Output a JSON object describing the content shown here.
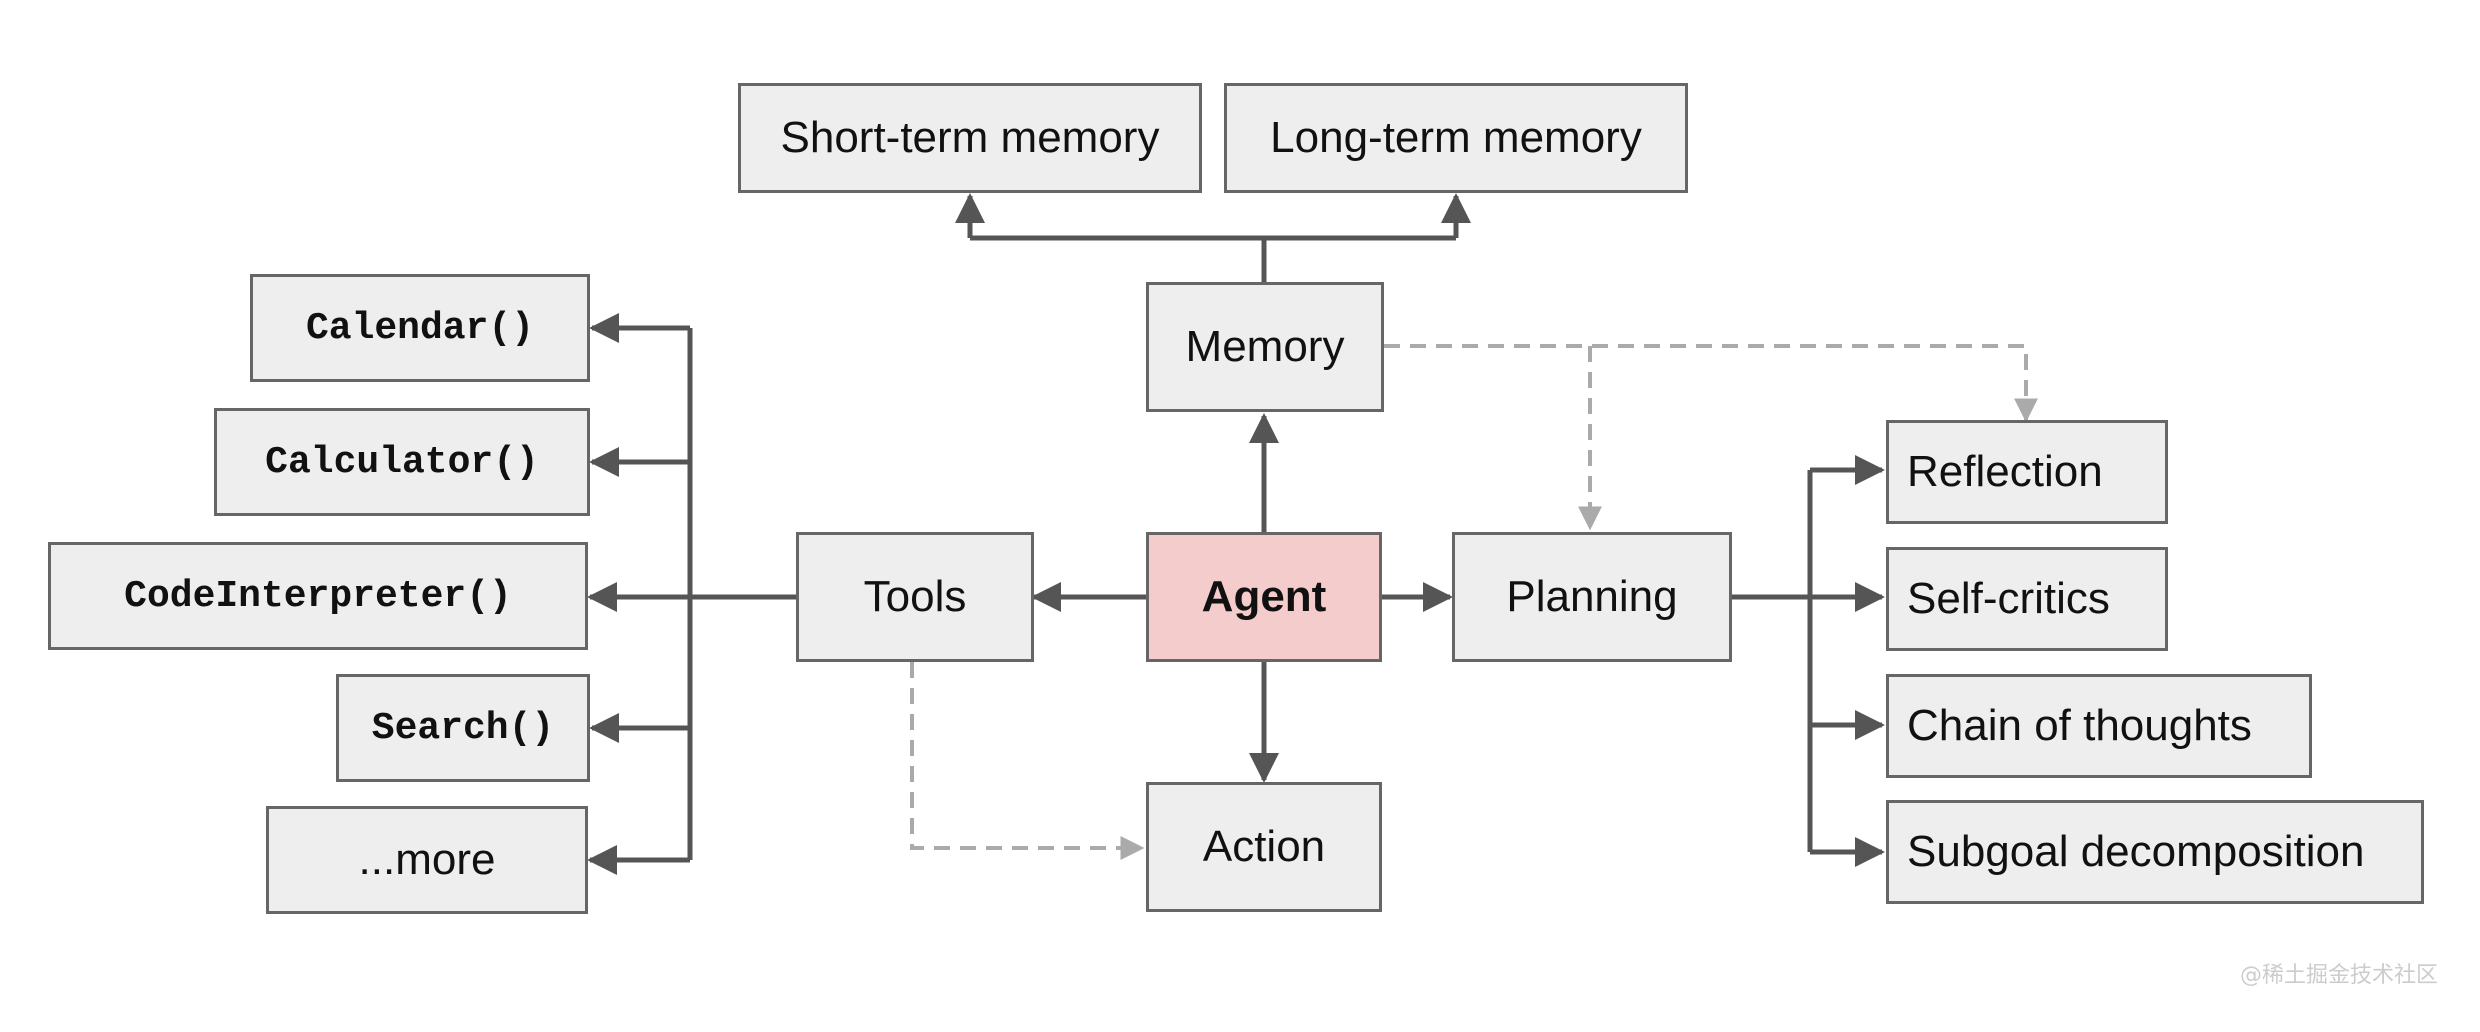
{
  "nodes": {
    "agent": "Agent",
    "memory": "Memory",
    "short_term_memory": "Short-term memory",
    "long_term_memory": "Long-term memory",
    "tools": "Tools",
    "action": "Action",
    "planning": "Planning",
    "calendar": "Calendar()",
    "calculator": "Calculator()",
    "code_interpreter": "CodeInterpreter()",
    "search": "Search()",
    "more": "...more",
    "reflection": "Reflection",
    "self_critics": "Self-critics",
    "chain_of_thoughts": "Chain of thoughts",
    "subgoal_decomposition": "Subgoal decomposition"
  },
  "watermark": "@稀土掘金技术社区",
  "colors": {
    "node_fill": "#eeeeee",
    "agent_fill": "#f4cccc",
    "border": "#666666",
    "solid_arrow": "#555555",
    "dashed_arrow": "#aaaaaa"
  }
}
